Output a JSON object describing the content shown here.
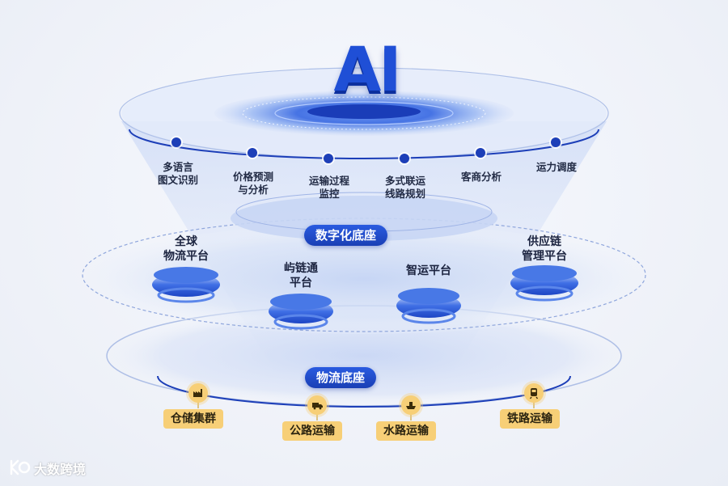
{
  "ai": {
    "title": "AI"
  },
  "ai_capabilities": [
    {
      "label": "多语言\n图文识别"
    },
    {
      "label": "价格预测\n与分析"
    },
    {
      "label": "运输过程\n监控"
    },
    {
      "label": "多式联运\n线路规划"
    },
    {
      "label": "客商分析"
    },
    {
      "label": "运力调度"
    }
  ],
  "digital_base": {
    "label": "数字化底座",
    "platforms": [
      {
        "label": "全球\n物流平台"
      },
      {
        "label": "屿链通\n平台"
      },
      {
        "label": "智运平台"
      },
      {
        "label": "供应链\n管理平台"
      }
    ]
  },
  "logistics_base": {
    "label": "物流底座",
    "items": [
      {
        "label": "仓储集群",
        "icon": "factory-icon"
      },
      {
        "label": "公路运输",
        "icon": "truck-icon"
      },
      {
        "label": "水路运输",
        "icon": "ship-icon"
      },
      {
        "label": "铁路运输",
        "icon": "train-icon"
      }
    ]
  },
  "watermark": {
    "text": "大数跨境"
  },
  "colors": {
    "accent": "#1d3fb8",
    "tag": "#f7cf77",
    "background": "#eef1f8"
  }
}
